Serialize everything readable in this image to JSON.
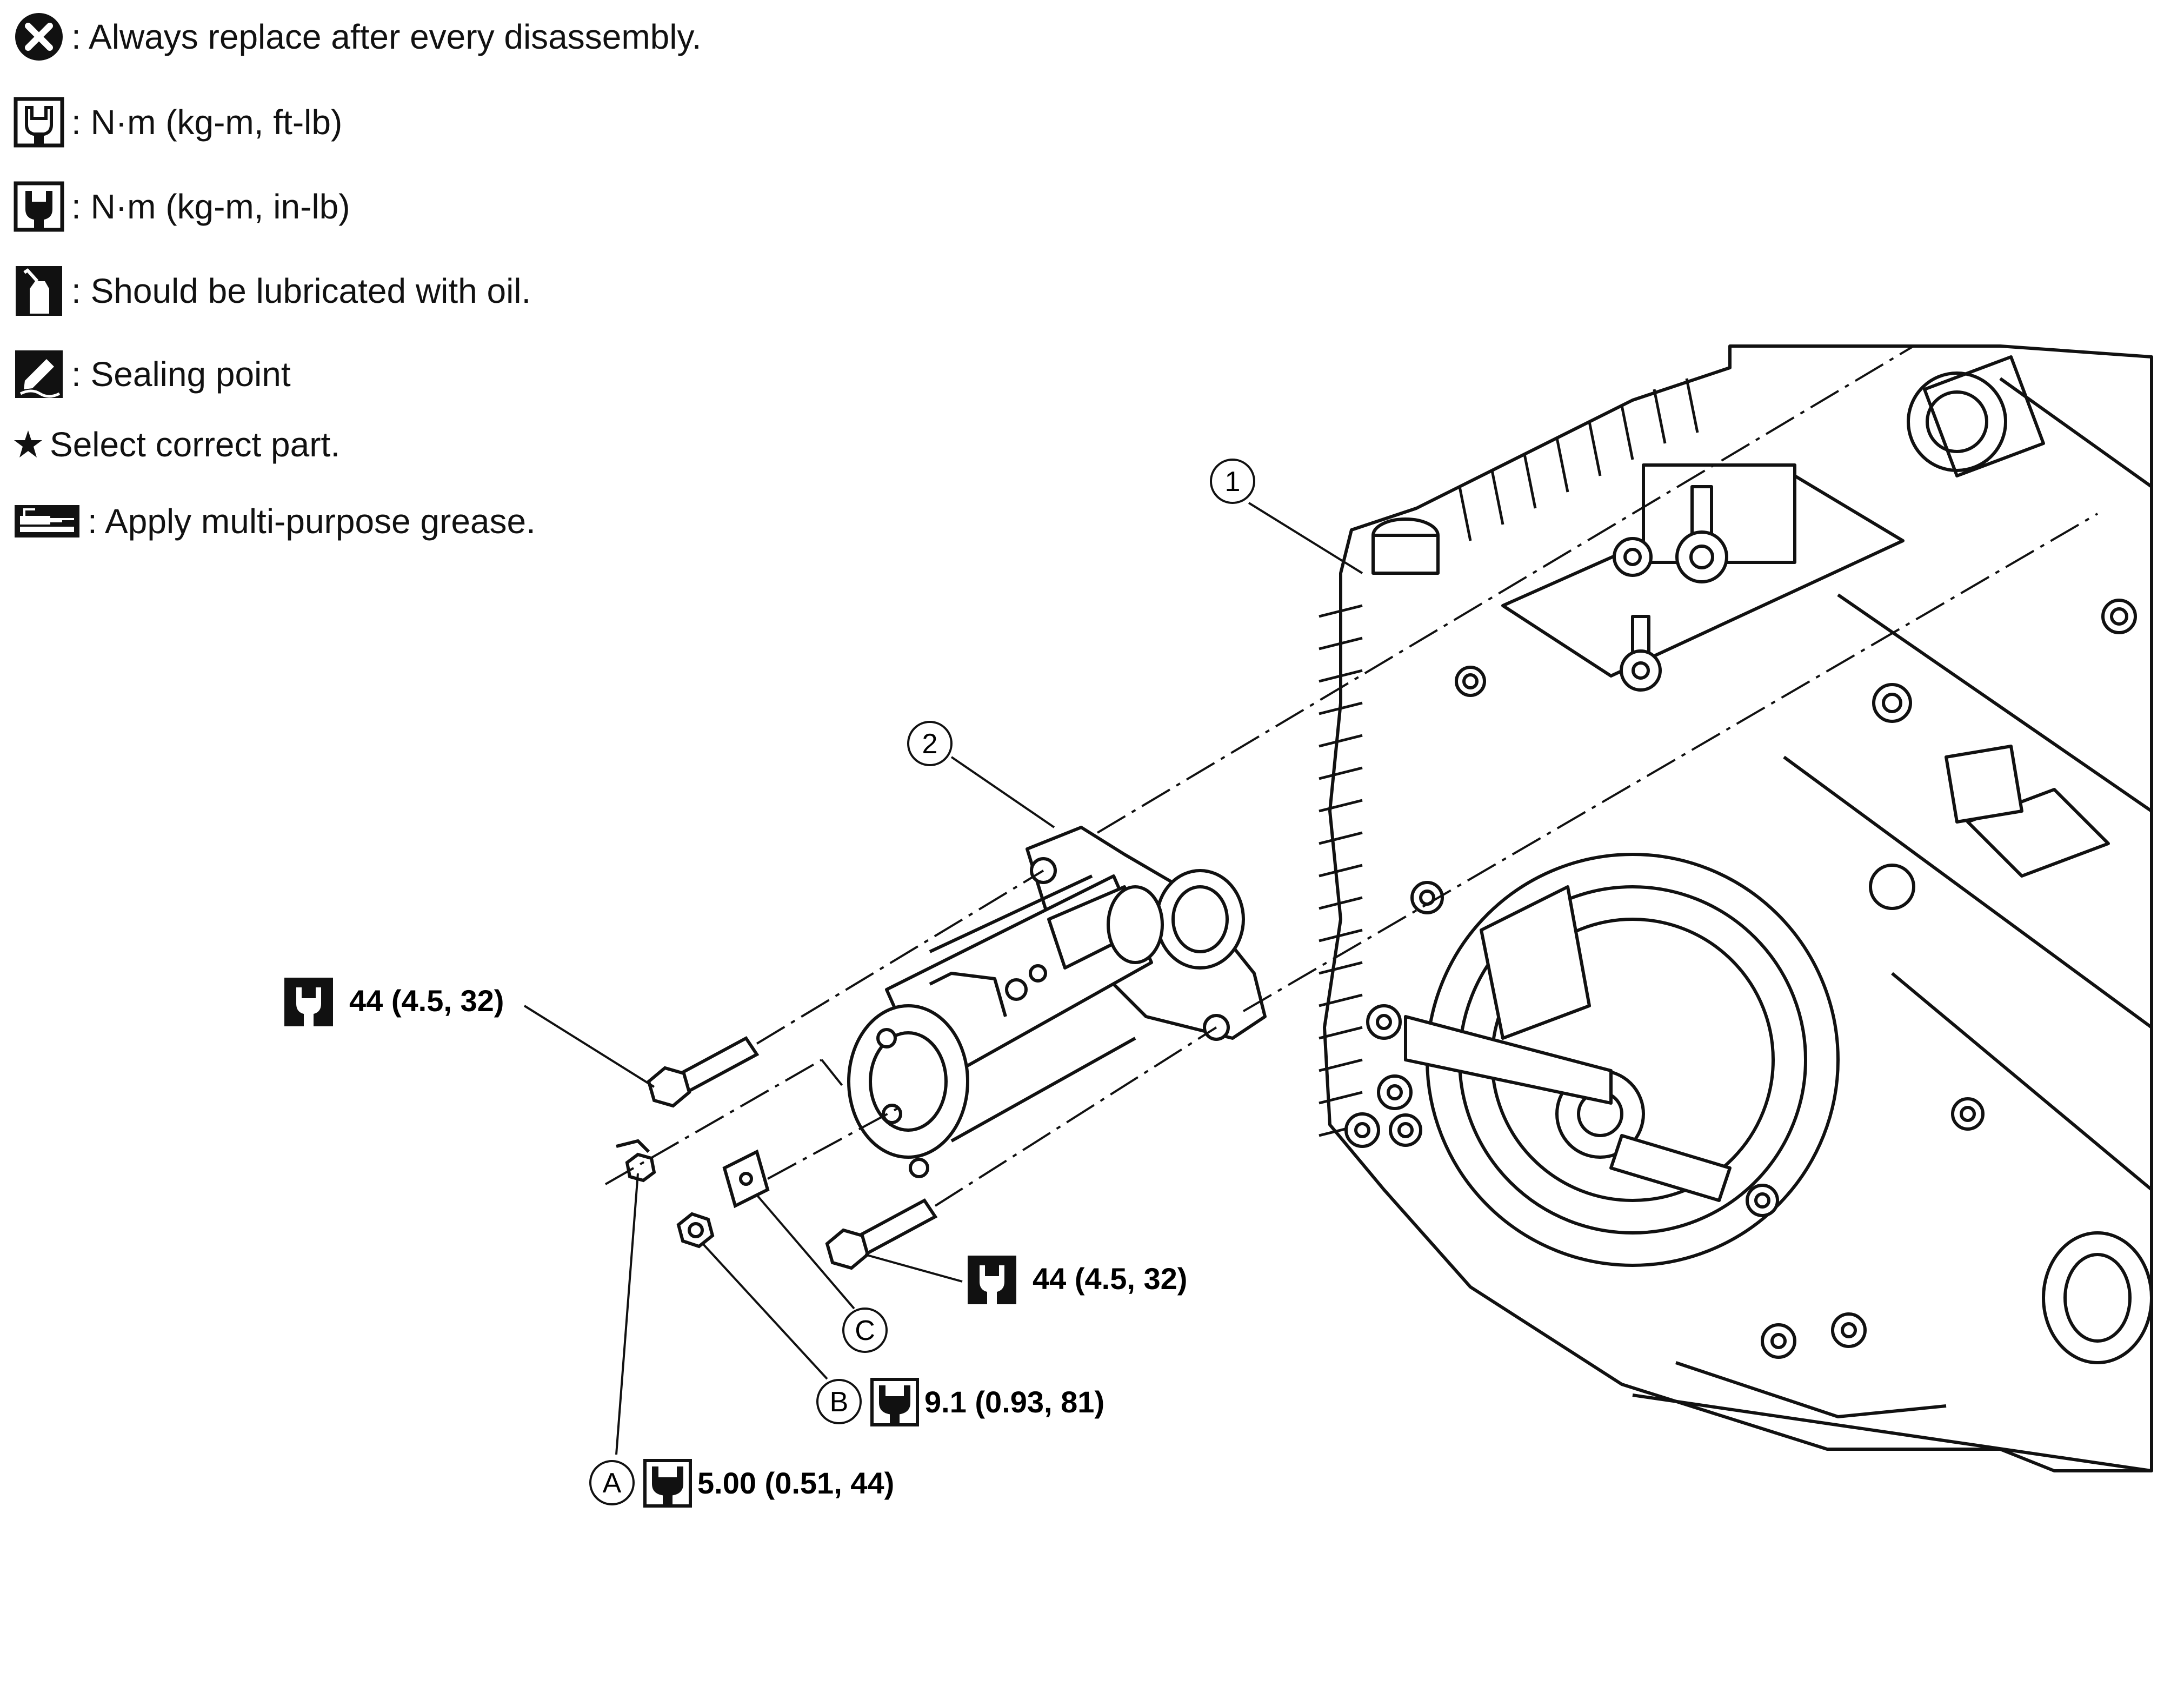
{
  "legend": {
    "items": [
      {
        "icon": "replace-always-icon",
        "text": ": Always replace after every disassembly."
      },
      {
        "icon": "torque-wrench-ftlb-icon",
        "text": ": N·m (kg-m, ft-lb)"
      },
      {
        "icon": "torque-wrench-inlb-icon",
        "text": ": N·m (kg-m, in-lb)"
      },
      {
        "icon": "oil-can-icon",
        "text": ": Should be lubricated with oil."
      },
      {
        "icon": "sealing-point-icon",
        "text": ": Sealing point"
      },
      {
        "icon": "star-icon",
        "text": "Select correct part."
      },
      {
        "icon": "grease-gun-icon",
        "text": ": Apply multi-purpose grease."
      }
    ]
  },
  "callouts": {
    "part1": "1",
    "part2": "2",
    "A": "A",
    "B": "B",
    "C": "C"
  },
  "torques": {
    "upper_bolt": "44 (4.5, 32)",
    "lower_bolt": "44 (4.5, 32)",
    "nut_B": "9.1 (0.93, 81)",
    "nut_A": "5.00 (0.51, 44)"
  }
}
